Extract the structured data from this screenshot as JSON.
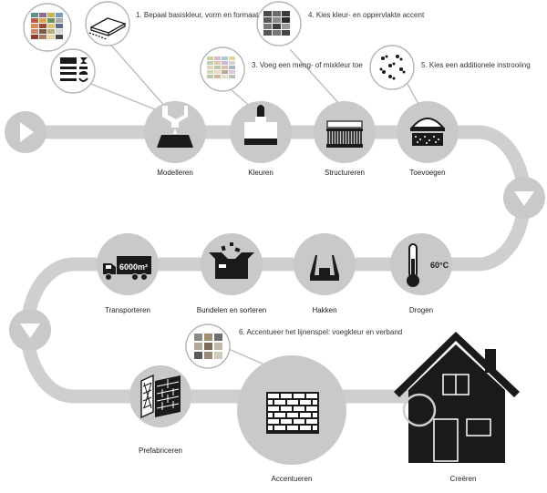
{
  "steps": {
    "s1": "1. Bepaal basiskleur, vorm en formaat",
    "s2": "3. Voeg een meng- of mixkleur toe",
    "s3": "4. Kies kleur- en oppervlakte accent",
    "s4": "5. Kies een additionele instrooiing",
    "s5": "6. Accentueer het lijnenspel: voegkleur en verband"
  },
  "stages": {
    "modelleren": "Modelleren",
    "kleuren": "Kleuren",
    "structureren": "Structureren",
    "toevoegen": "Toevoegen",
    "drogen": "Drogen",
    "hakken": "Hakken",
    "bundelen": "Bundelen en sorteren",
    "transporteren": "Transporteren",
    "prefabriceren": "Prefabriceren",
    "accentueren": "Accentueren",
    "creeren": "Creëren"
  },
  "badges": {
    "temperature": "60°C",
    "volume": "6000m²"
  },
  "colors": {
    "track": "#cfcfcf",
    "node": "#c9c9c9",
    "icon": "#1a1a1a",
    "outline": "#b5b5b5"
  }
}
